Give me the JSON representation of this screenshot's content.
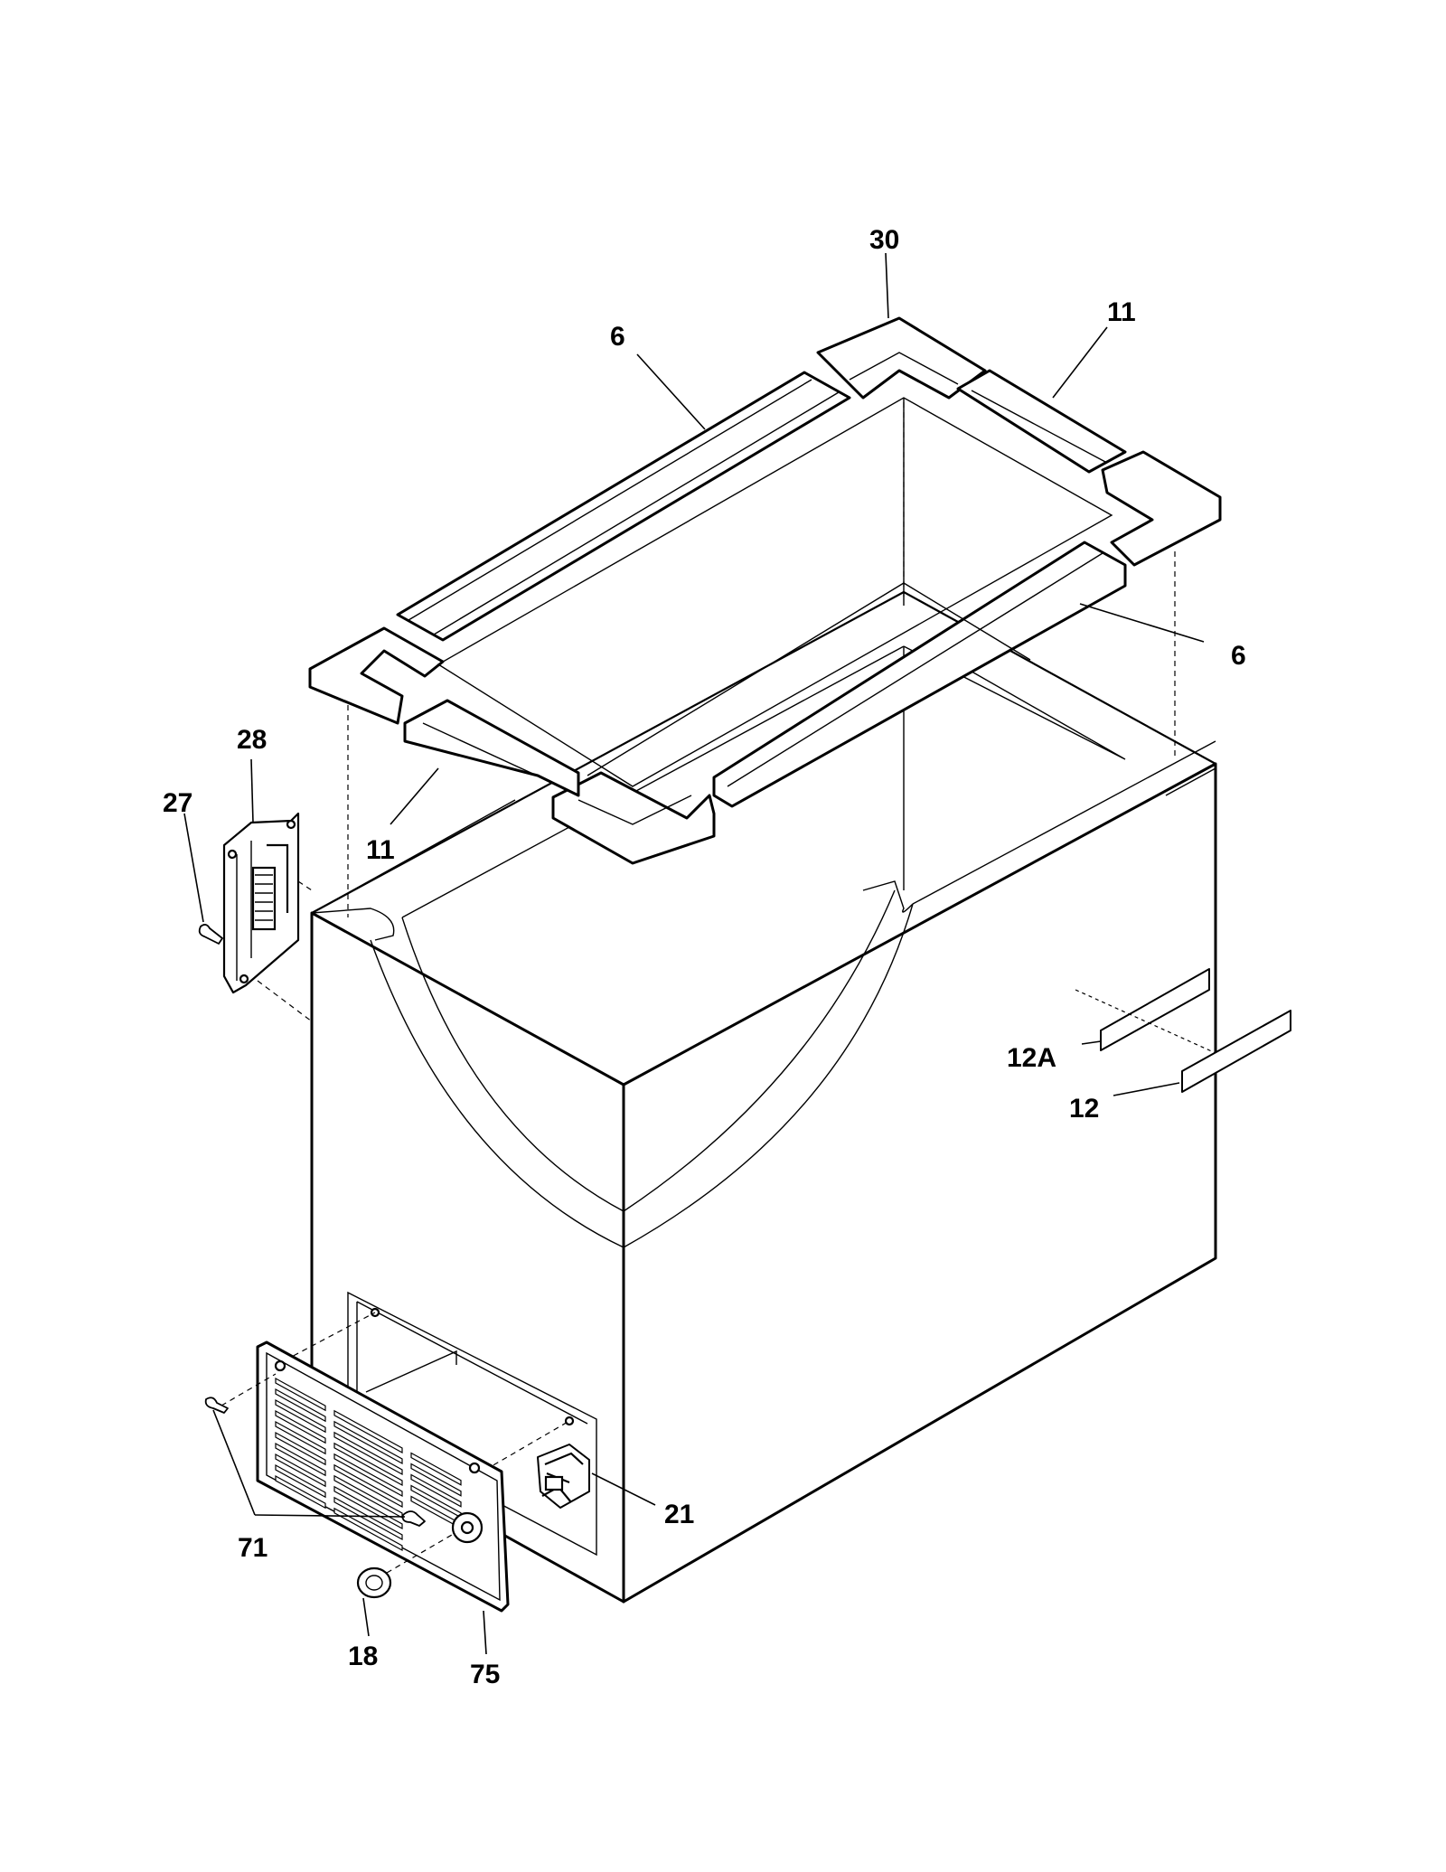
{
  "labels": {
    "gasket_corner_top": "30",
    "gasket_side_top_right": "11",
    "gasket_long_top": "6",
    "gasket_long_right": "6",
    "hinge": "28",
    "hinge_screw": "27",
    "gasket_side_front": "11",
    "label_12a": "12A",
    "label_12": "12",
    "switch": "21",
    "grille_screws": "71",
    "knob": "18",
    "grille": "75"
  }
}
